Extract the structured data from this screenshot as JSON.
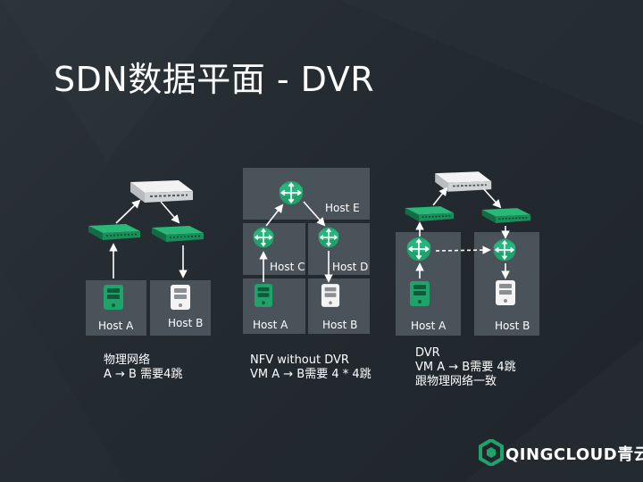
{
  "title": "SDN数据平面 - DVR",
  "panels": [
    {
      "hosts": [
        "Host A",
        "Host B"
      ],
      "caption": [
        "物理网络",
        "A → B 需要4跳"
      ]
    },
    {
      "hosts": [
        "Host A",
        "Host B"
      ],
      "routers": [
        "Host C",
        "Host D",
        "Host E"
      ],
      "caption": [
        "NFV without DVR",
        "VM A → B需要 4 * 4跳"
      ]
    },
    {
      "hosts": [
        "Host A",
        "Host B"
      ],
      "caption": [
        "DVR",
        "VM A → B需要 4跳",
        "跟物理网络一致"
      ]
    }
  ],
  "logo": {
    "text": "QINGCLOUD青云"
  },
  "colors": {
    "accent_green": "#1fa36b",
    "tile": "#4a525a",
    "background": "#262d33"
  }
}
